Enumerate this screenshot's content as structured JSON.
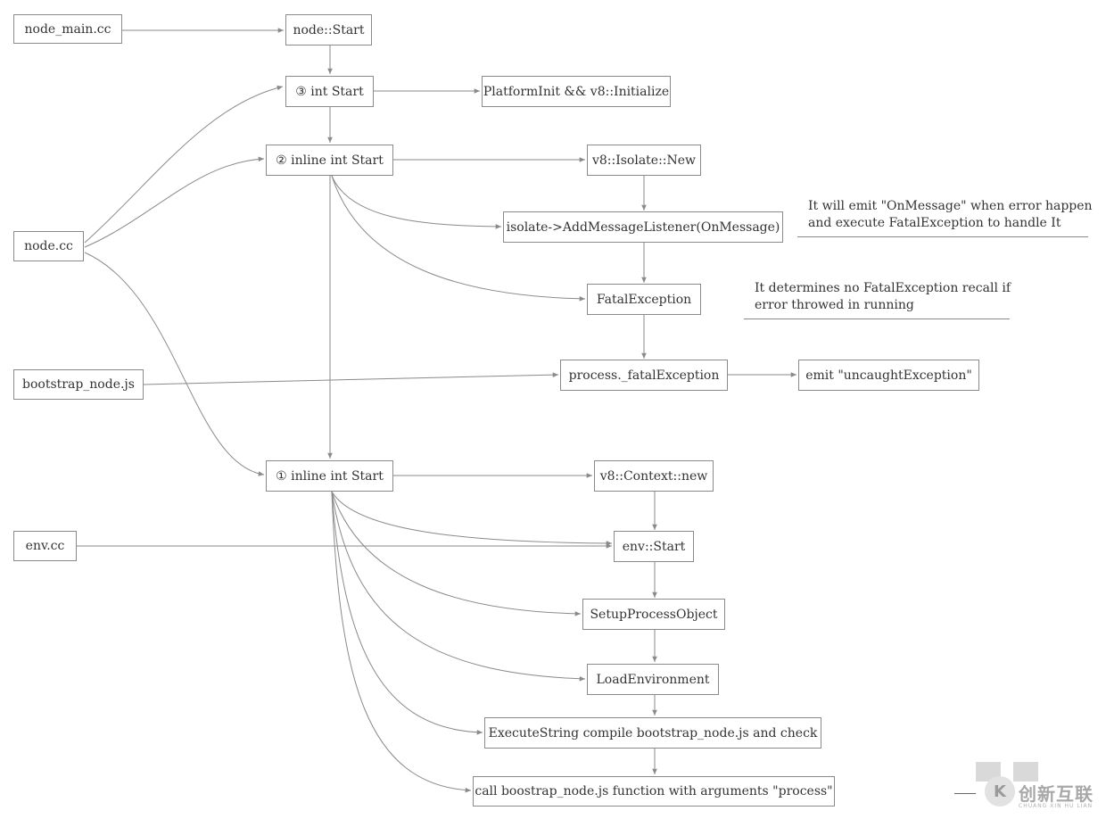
{
  "nodes": {
    "node_main_cc": "node_main.cc",
    "node_start": "node::Start",
    "int_start_3": "③ int Start",
    "platform_init": "PlatformInit && v8::Initialize",
    "inline_start_2": "② inline int Start",
    "isolate_new": "v8::Isolate::New",
    "node_cc": "node.cc",
    "add_message_listener": "isolate->AddMessageListener(OnMessage)",
    "fatal_exception": "FatalException",
    "bootstrap_node_js": "bootstrap_node.js",
    "process_fatal_exception": "process._fatalException",
    "emit_uncaught": "emit \"uncaughtException\"",
    "inline_start_1": "① inline int Start",
    "context_new": "v8::Context::new",
    "env_cc": "env.cc",
    "env_start": "env::Start",
    "setup_process_object": "SetupProcessObject",
    "load_environment": "LoadEnvironment",
    "execute_string": "ExecuteString  compile bootstrap_node.js and check",
    "call_bootstrap": "call boostrap_node.js function with arguments \"process\""
  },
  "notes": {
    "on_message_line1": "It will emit \"OnMessage\" when error happen",
    "on_message_line2": "and execute FatalException to handle It",
    "recall_line1": "It determines no FatalException recall if",
    "recall_line2": "error throwed in running"
  },
  "watermark": {
    "logo_glyph": "K",
    "brand": "创新互联",
    "brand_sub": "CHUANG XIN HU LIAN"
  },
  "colors": {
    "line": "#8a8a8a",
    "text": "#333333"
  }
}
